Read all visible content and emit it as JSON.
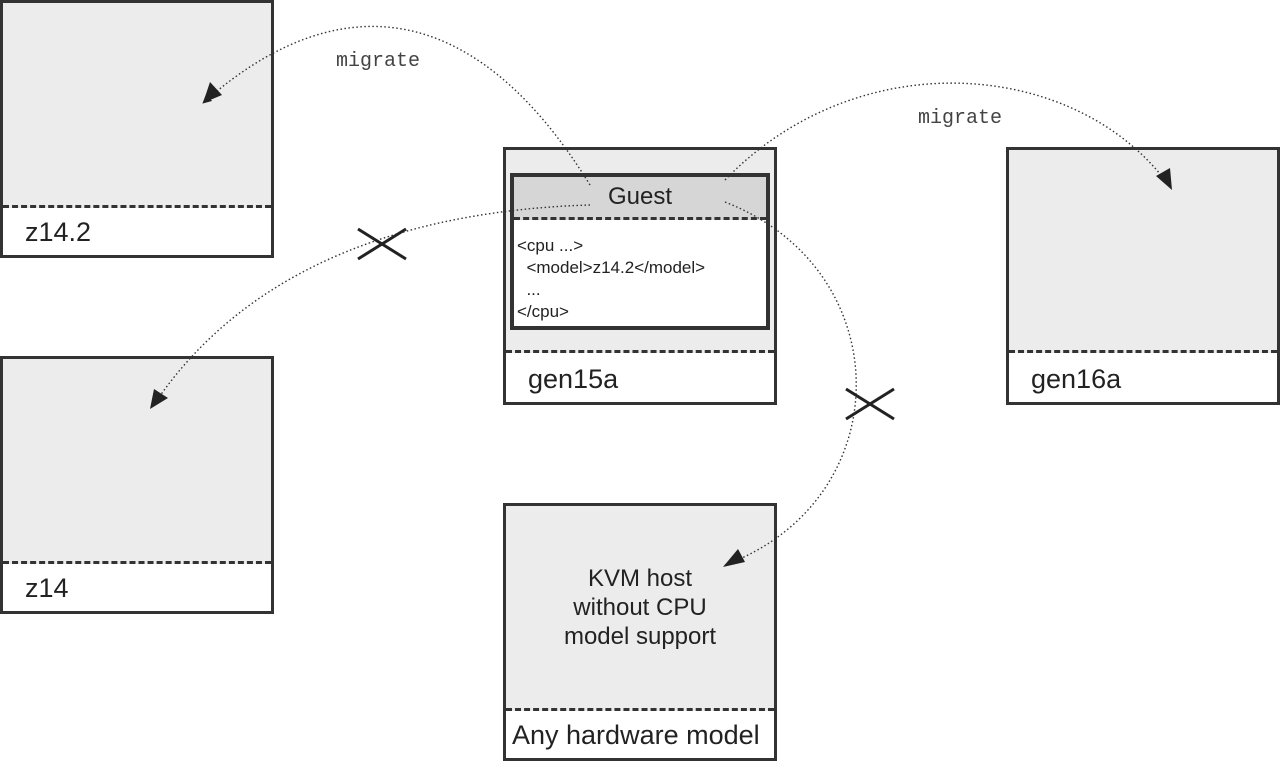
{
  "hosts": {
    "z14_2": {
      "label": "z14.2"
    },
    "z14": {
      "label": "z14"
    },
    "gen15a": {
      "label": "gen15a"
    },
    "gen16a": {
      "label": "gen16a"
    },
    "kvm": {
      "text_lines": [
        "KVM host",
        "without CPU",
        "model support"
      ],
      "label": "Any hardware model"
    }
  },
  "guest": {
    "title": "Guest",
    "xml_lines": [
      "<cpu ...>",
      "  <model>z14.2</model>",
      "  ...",
      "</cpu>"
    ]
  },
  "arrows": {
    "to_z14_2": {
      "label": "migrate",
      "allowed": true
    },
    "to_gen16a": {
      "label": "migrate",
      "allowed": true
    },
    "to_z14": {
      "allowed": false
    },
    "to_kvm": {
      "allowed": false
    }
  },
  "colors": {
    "box_fill": "#ececec",
    "guest_header": "#d6d6d6",
    "outline": "#333333"
  }
}
